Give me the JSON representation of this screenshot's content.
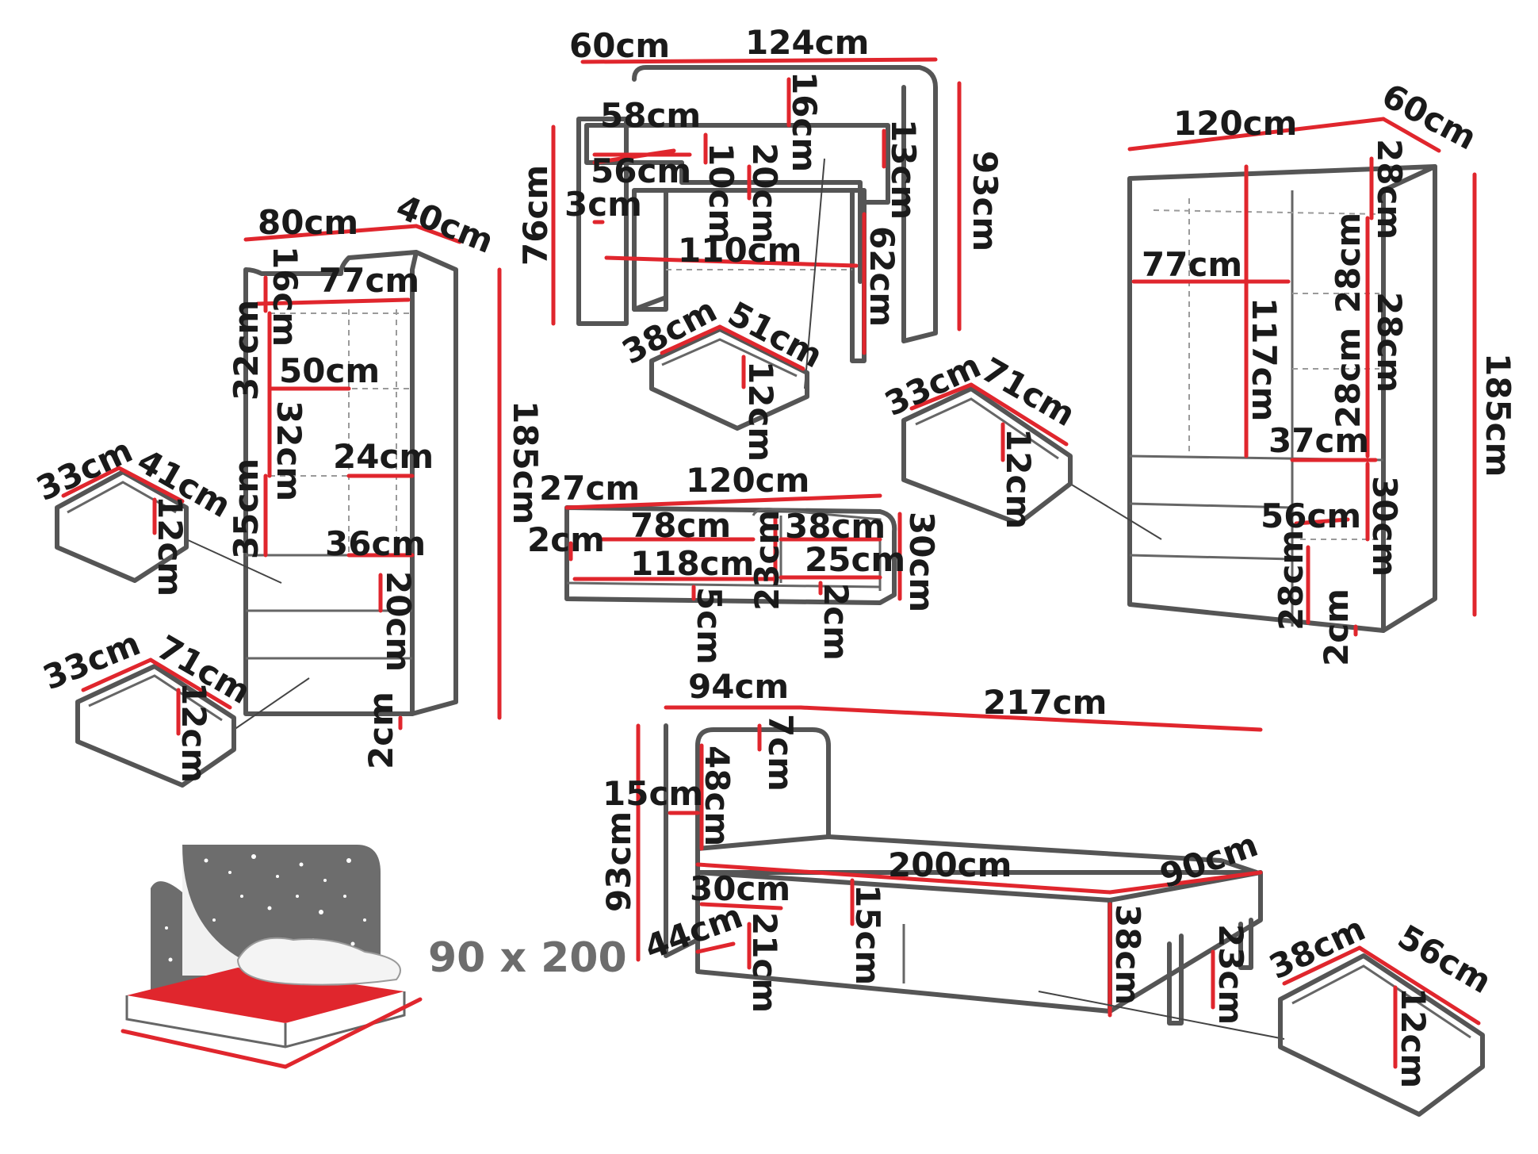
{
  "colors": {
    "dimension_line": "#e0262d",
    "outline": "#555555",
    "text": "#1a1a1a",
    "mattress": "#e0262d",
    "headboard_dark": "#6d6d6d"
  },
  "desk": {
    "top_width": "124cm",
    "top_depth": "60cm",
    "height": "93cm",
    "leg_height": "76cm",
    "shelf_width": "58cm",
    "shelf_height": "16cm",
    "inner_width": "56cm",
    "inner_height": "10cm",
    "inner_depth": "20cm",
    "side_height": "13cm",
    "board": "3cm",
    "under_width": "110cm",
    "under_height": "62cm"
  },
  "desk_drawer": {
    "depth": "38cm",
    "width": "51cm",
    "height": "12cm"
  },
  "bookcase": {
    "width": "80cm",
    "depth": "40cm",
    "height": "185cm",
    "inner_width": "77cm",
    "top_gap": "16cm",
    "shelf1": "32cm",
    "shelf2": "32cm",
    "shelf3": "35cm",
    "shelf_width": "50cm",
    "depth_inner": "24cm",
    "drawer_zone_w": "36cm",
    "drawer_zone_h": "20cm",
    "foot": "2cm"
  },
  "bookcase_drawer_top": {
    "depth": "33cm",
    "width": "41cm",
    "height": "12cm"
  },
  "bookcase_drawer_bottom": {
    "depth": "33cm",
    "width": "71cm",
    "height": "12cm"
  },
  "hanging_shelf": {
    "width": "120cm",
    "depth": "27cm",
    "height": "30cm",
    "left_width": "78cm",
    "right_width": "38cm",
    "inner_width": "118cm",
    "right_inner": "25cm",
    "inner_height": "23cm",
    "board": "2cm",
    "bottom": "5cm",
    "right_bottom": "2cm"
  },
  "wardrobe": {
    "width": "120cm",
    "depth": "60cm",
    "height": "185cm",
    "left_inner": "77cm",
    "hang_height": "117cm",
    "shelf1": "28cm",
    "shelf2": "28cm",
    "shelf3": "28cm",
    "shelf4": "28cm",
    "right_inner": "37cm",
    "drawer_h": "30cm",
    "drawer_w": "56cm",
    "bottom_gap": "28cm",
    "foot": "2cm"
  },
  "wardrobe_drawer": {
    "depth": "33cm",
    "width": "71cm",
    "height": "12cm"
  },
  "bed": {
    "headboard_width": "94cm",
    "length": "217cm",
    "height": "93cm",
    "headboard_top": "7cm",
    "headboard_h": "48cm",
    "side": "15cm",
    "mattress_length": "200cm",
    "mattress_width": "90cm",
    "frame_h": "15cm",
    "side_h": "38cm",
    "inner": "30cm",
    "drawer_front": "44cm",
    "drawer_h": "21cm",
    "leg": "23cm"
  },
  "bed_drawer": {
    "depth": "38cm",
    "width": "56cm",
    "height": "12cm"
  },
  "bed_size_label": "90 x 200"
}
